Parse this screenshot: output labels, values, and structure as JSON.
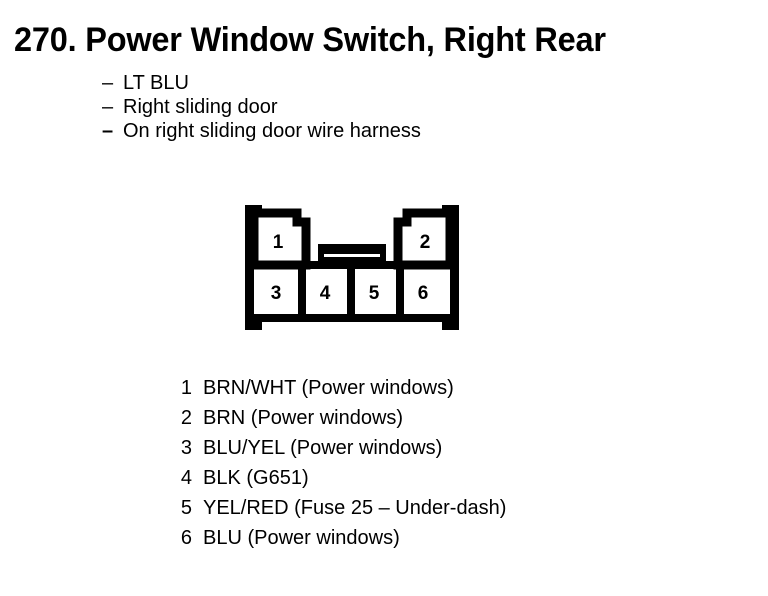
{
  "document": {
    "entry_number": "270.",
    "title": "270. Power Window Switch, Right Rear",
    "ink_color": "#000000",
    "background_color": "#ffffff"
  },
  "specs": {
    "bullet_marker": "–",
    "items": [
      {
        "marker": "–",
        "text": "LT BLU"
      },
      {
        "marker": "–",
        "text": "Right sliding door"
      },
      {
        "marker": "–",
        "text": "On right sliding door wire harness"
      }
    ]
  },
  "connector": {
    "name": "6-cavity connector",
    "rows": [
      {
        "row": "upper",
        "cavities": [
          {
            "number": "1"
          },
          {
            "number": "2"
          }
        ]
      },
      {
        "row": "lower",
        "cavities": [
          {
            "number": "3"
          },
          {
            "number": "4"
          },
          {
            "number": "5"
          },
          {
            "number": "6"
          }
        ]
      }
    ],
    "cavity_labels": [
      "1",
      "2",
      "3",
      "4",
      "5",
      "6"
    ],
    "latch_tab": "center-latch-tab"
  },
  "pin_legend": {
    "rows": [
      {
        "number": "1",
        "description": "BRN/WHT (Power windows)"
      },
      {
        "number": "2",
        "description": "BRN (Power windows)"
      },
      {
        "number": "3",
        "description": "BLU/YEL (Power windows)"
      },
      {
        "number": "4",
        "description": "BLK (G651)"
      },
      {
        "number": "5",
        "description": "YEL/RED (Fuse 25 – Under-dash)"
      },
      {
        "number": "6",
        "description": "BLU (Power windows)"
      }
    ]
  }
}
